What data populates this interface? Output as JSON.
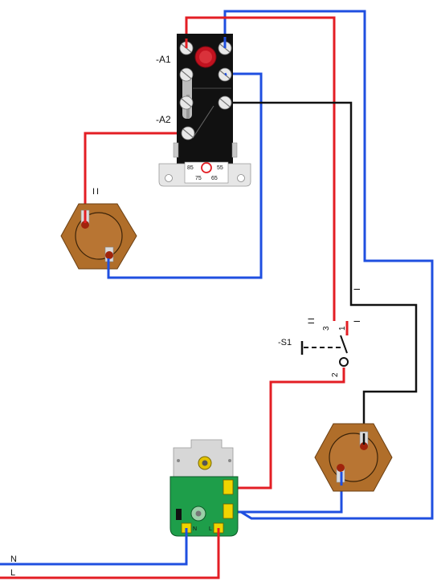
{
  "labels": {
    "a1": "-A1",
    "a2": "-A2",
    "s1": "-S1",
    "n": "N",
    "l": "L",
    "roman_top_element": "II",
    "roman_s1_left": "II",
    "roman_s1_right": "I",
    "roman_black_wire": "I",
    "s1_pin3": "3",
    "s1_pin1": "1",
    "s1_pin2": "2",
    "thermostat_85": "85",
    "thermostat_55": "55",
    "thermostat_75": "75",
    "thermostat_65": "65",
    "timer_n": "N",
    "timer_l": "L"
  },
  "colors": {
    "wire_red": "#e31e24",
    "wire_blue": "#1f4fe0",
    "wire_black": "#111111",
    "thermostat_body": "#111111",
    "element_bronze": "#b06e2a",
    "timer_green": "#1e9e4a"
  }
}
